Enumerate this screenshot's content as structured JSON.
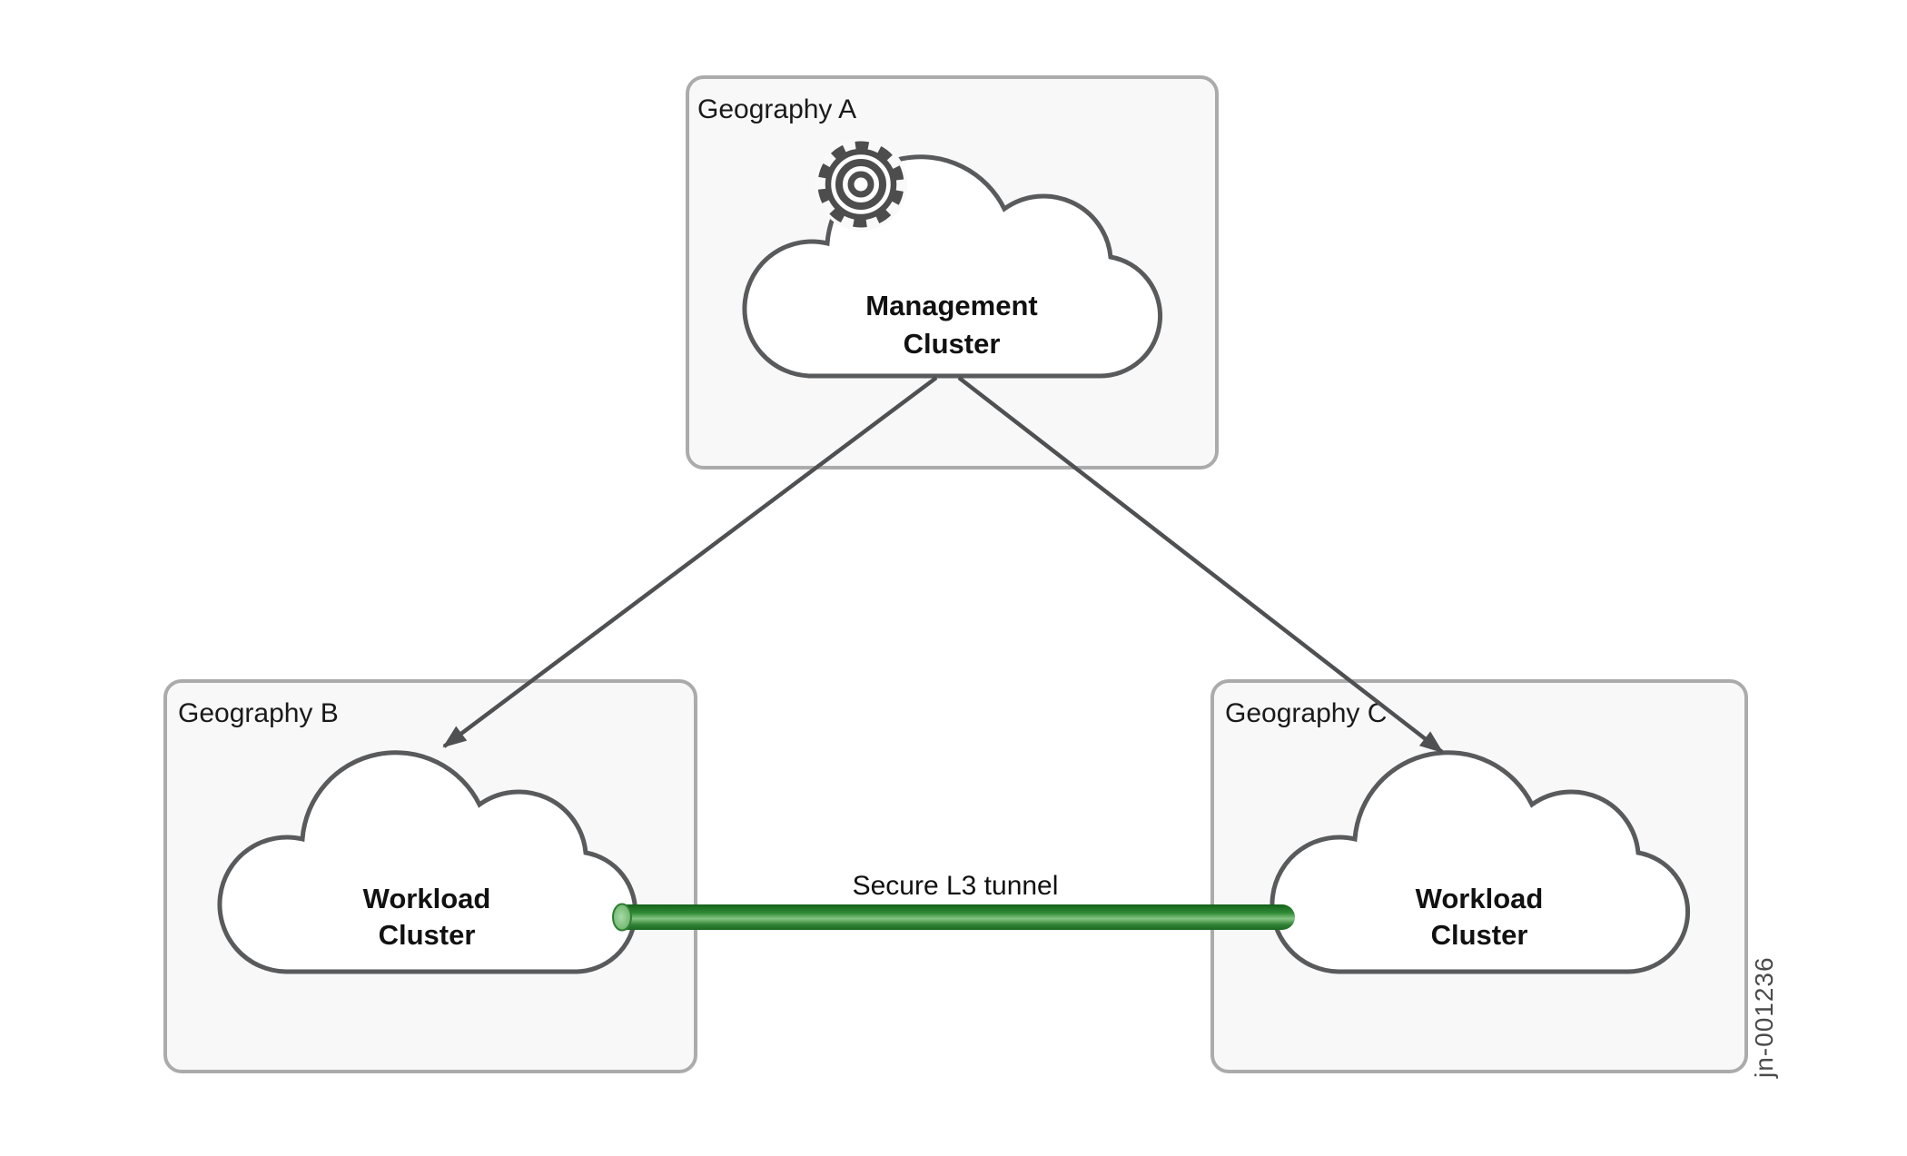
{
  "regions": [
    {
      "label": "Geography A",
      "cluster": {
        "line1": "Management",
        "line2": "Cluster"
      }
    },
    {
      "label": "Geography B",
      "cluster": {
        "line1": "Workload",
        "line2": "Cluster"
      }
    },
    {
      "label": "Geography C",
      "cluster": {
        "line1": "Workload",
        "line2": "Cluster"
      }
    }
  ],
  "tunnel": {
    "label": "Secure L3 tunnel"
  },
  "figure_id": "jn-001236",
  "connections": [
    {
      "from": "Management Cluster (Geography A)",
      "to": "Workload Cluster (Geography B)",
      "type": "arrow"
    },
    {
      "from": "Management Cluster (Geography A)",
      "to": "Workload Cluster (Geography C)",
      "type": "arrow"
    },
    {
      "from": "Workload Cluster (Geography B)",
      "to": "Workload Cluster (Geography C)",
      "type": "tunnel",
      "label": "Secure L3 tunnel"
    }
  ],
  "icons": {
    "gear": "gear-icon (management/automation cog on Management Cluster cloud)"
  },
  "colors": {
    "background": "#ffffff",
    "box_fill": "#f8f8f8",
    "box_border": "#ababab",
    "cloud_fill": "#ffffff",
    "cloud_stroke": "#595a5c",
    "arrow": "#4f5052",
    "gear": "#4d4d4d",
    "label_text": "#1a1a1a",
    "figure_id_text": "#4a4a4a",
    "tunnel_green_dark": "#14621a",
    "tunnel_green_mid": "#2f8a35",
    "tunnel_green_light": "#85c583",
    "tunnel_cap_light": "#a8dba6"
  }
}
